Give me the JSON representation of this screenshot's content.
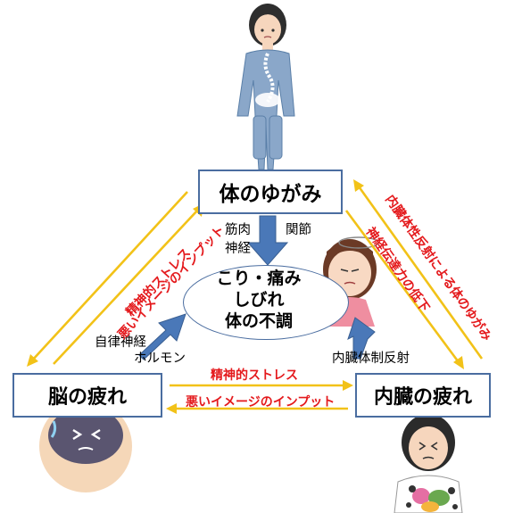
{
  "nodes": {
    "top": "体のゆがみ",
    "left": "脳の疲れ",
    "right": "内臓の疲れ"
  },
  "center": {
    "line1": "こり・痛み",
    "line2": "しびれ",
    "line3": "体の不調"
  },
  "labels": {
    "muscle": "筋肉",
    "joint": "関節",
    "nerve": "神経",
    "autonomic": "自律神経",
    "hormone": "ホルモン",
    "visceral_reflex": "内臓体制反射"
  },
  "red_labels": {
    "left_outer": "悪いイメージのインプット",
    "left_inner": "精神的ストレス",
    "bottom_top": "精神的ストレス",
    "bottom_bottom": "悪いイメージのインプット",
    "right_outer": "内臓体性反射による体のゆがみ",
    "right_inner": "神経伝達力の低下"
  },
  "colors": {
    "box_border": "#4a6da0",
    "blue_arrow": "#4a78b8",
    "yellow_arrow": "#f2c218",
    "red_text": "#e4191c"
  }
}
